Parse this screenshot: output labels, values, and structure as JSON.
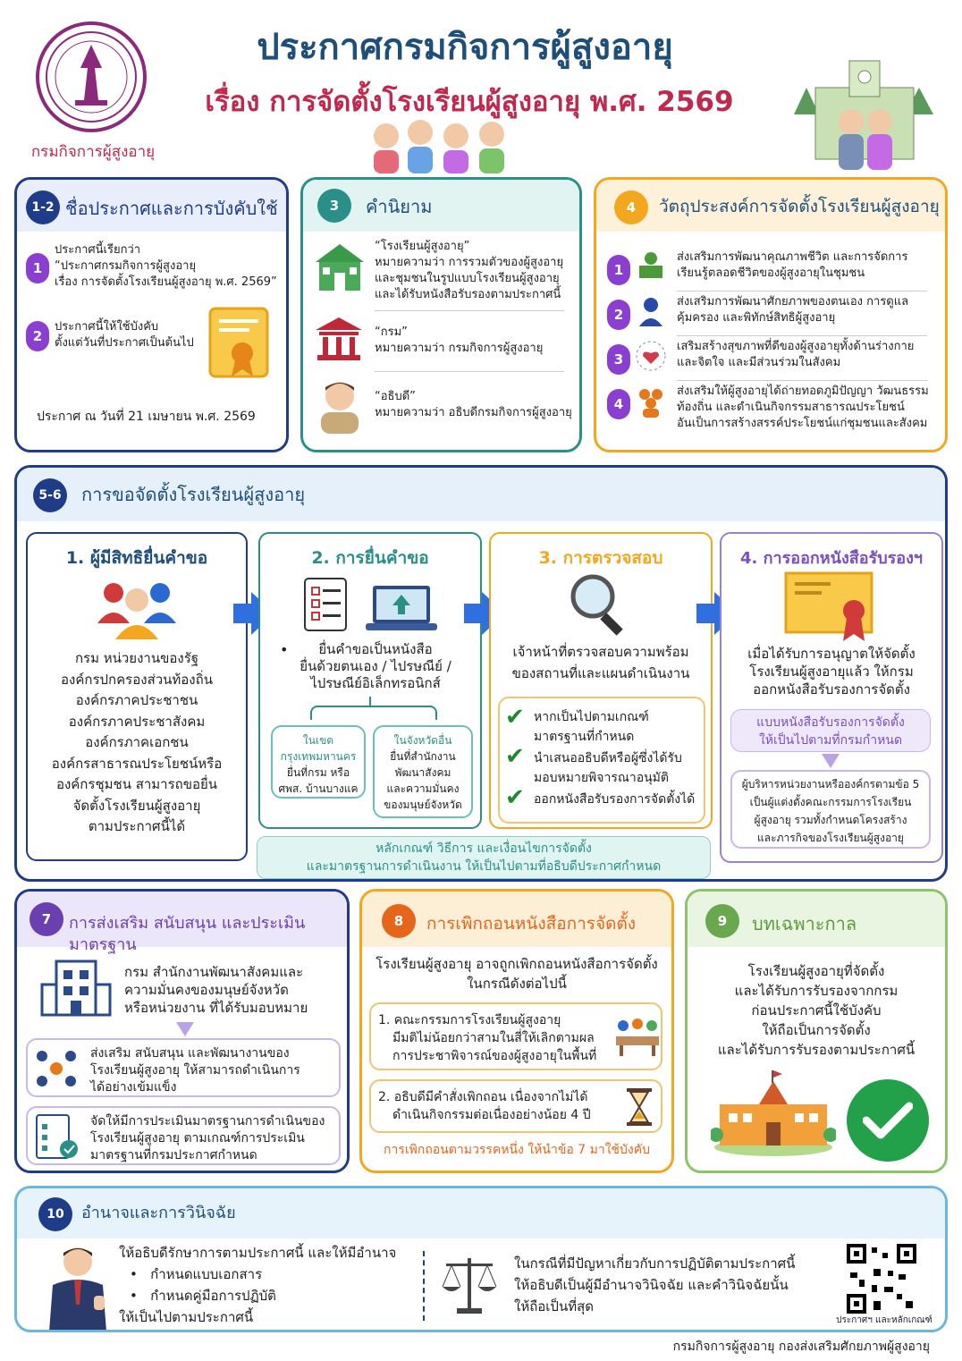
{
  "colors": {
    "navy": "#1f4e79",
    "purple": "#7a1f8a",
    "blue": "#2f6fe0",
    "teal": "#2a8f86",
    "orange": "#f3a71e",
    "lilac": "#9c7fd6",
    "green": "#8cc36b"
  },
  "header": {
    "title": "ประกาศกรมกิจการผู้สูงอายุ",
    "subtitle": "เรื่อง การจัดตั้งโรงเรียนผู้สูงอายุ พ.ศ. 2569",
    "org": "กรมกิจการผู้สูงอายุ"
  },
  "s12": {
    "badge": "1-2",
    "title": "ชื่อประกาศและการบังคับใช้",
    "item1": {
      "n": "1",
      "l1": "ประกาศนี้เรียกว่า",
      "l2": "“ประกาศกรมกิจการผู้สูงอายุ",
      "l3": "เรื่อง การจัดตั้งโรงเรียนผู้สูงอายุ พ.ศ. 2569”"
    },
    "item2": {
      "n": "2",
      "l1": "ประกาศนี้ให้ใช้บังคับ",
      "l2": "ตั้งแต่วันที่ประกาศเป็นต้นไป"
    },
    "date": "ประกาศ ณ วันที่ 21 เมษายน พ.ศ. 2569"
  },
  "s3": {
    "badge": "3",
    "title": "คำนิยาม",
    "d1": {
      "term": "“โรงเรียนผู้สูงอายุ”",
      "l1": "หมายความว่า การรวมตัวของผู้สูงอายุ",
      "l2": "และชุมชนในรูปแบบโรงเรียนผู้สูงอายุ",
      "l3": "และได้รับหนังสือรับรองตามประกาศนี้"
    },
    "d2": {
      "term": "“กรม”",
      "l1": "หมายความว่า กรมกิจการผู้สูงอายุ"
    },
    "d3": {
      "term": "“อธิบดี”",
      "l1": "หมายความว่า อธิบดีกรมกิจการผู้สูงอายุ"
    }
  },
  "s4": {
    "badge": "4",
    "title": "วัตถุประสงค์การจัดตั้งโรงเรียนผู้สูงอายุ",
    "items": [
      {
        "n": "1",
        "l1": "ส่งเสริมการพัฒนาคุณภาพชีวิต และการจัดการ",
        "l2": "เรียนรู้ตลอดชีวิตของผู้สูงอายุในชุมชน",
        "l3": ""
      },
      {
        "n": "2",
        "l1": "ส่งเสริมการพัฒนาศักยภาพของตนเอง การดูแล",
        "l2": "คุ้มครอง และพิทักษ์สิทธิผู้สูงอายุ",
        "l3": ""
      },
      {
        "n": "3",
        "l1": "เสริมสร้างสุขภาพที่ดีของผู้สูงอายุทั้งด้านร่างกาย",
        "l2": "และจิตใจ และมีส่วนร่วมในสังคม",
        "l3": ""
      },
      {
        "n": "4",
        "l1": "ส่งเสริมให้ผู้สูงอายุได้ถ่ายทอดภูมิปัญญา วัฒนธรรม",
        "l2": "ท้องถิ่น และดำเนินกิจกรรมสาธารณประโยชน์",
        "l3": "อันเป็นการสร้างสรรค์ประโยชน์แก่ชุมชนและสังคม"
      }
    ]
  },
  "s56": {
    "badge": "5-6",
    "title": "การขอจัดตั้งโรงเรียนผู้สูงอายุ",
    "step1": {
      "title": "1. ผู้มีสิทธิยื่นคำขอ",
      "lines": [
        "กรม หน่วยงานของรัฐ",
        "องค์กรปกครองส่วนท้องถิ่น",
        "องค์กรภาคประชาชน",
        "องค์กรภาคประชาสังคม",
        "องค์กรภาคเอกชน",
        "องค์กรสาธารณประโยชน์หรือ",
        "องค์กรชุมชน สามารถขอยื่น",
        "จัดตั้งโรงเรียนผู้สูงอายุ",
        "ตามประกาศนี้ได้"
      ]
    },
    "step2": {
      "title": "2. การยื่นคำขอ",
      "bullet": "•",
      "l1": "ยื่นคำขอเป็นหนังสือ",
      "l2": "ยื่นด้วยตนเอง / ไปรษณีย์ /",
      "l3": "ไปรษณีย์อิเล็กทรอนิกส์",
      "left": {
        "h1": "ในเขต",
        "h2": "กรุงเทพมหานคร",
        "l1": "ยื่นที่กรม หรือ",
        "l2": "ศพส. บ้านบางแค"
      },
      "right": {
        "h1": "ในจังหวัดอื่น",
        "l1": "ยื่นที่สำนักงาน",
        "l2": "พัฒนาสังคม",
        "l3": "และความมั่นคง",
        "l4": "ของมนุษย์จังหวัด"
      }
    },
    "step3": {
      "title": "3. การตรวจสอบ",
      "l1": "เจ้าหน้าที่ตรวจสอบความพร้อม",
      "l2": "ของสถานที่และแผนดำเนินงาน",
      "c1a": "หากเป็นไปตามเกณฑ์",
      "c1b": "มาตรฐานที่กำหนด",
      "c2a": "นำเสนออธิบดีหรือผู้ซึ่งได้รับ",
      "c2b": "มอบหมายพิจารณาอนุมัติ",
      "c3": "ออกหนังสือรับรองการจัดตั้งได้"
    },
    "step4": {
      "title": "4. การออกหนังสือรับรองฯ",
      "l1": "เมื่อได้รับการอนุญาตให้จัดตั้ง",
      "l2": "โรงเรียนผู้สูงอายุแล้ว ให้กรม",
      "l3": "ออกหนังสือรับรองการจัดตั้ง",
      "f1": "แบบหนังสือรับรองการจัดตั้ง",
      "f2": "ให้เป็นไปตามที่กรมกำหนด",
      "n1": "ผู้บริหารหน่วยงานหรือองค์กรตามข้อ 5",
      "n2": "เป็นผู้แต่งตั้งคณะกรรมการโรงเรียน",
      "n3": "ผู้สูงอายุ รวมทั้งกำหนดโครงสร้าง",
      "n4": "และภารกิจของโรงเรียนผู้สูงอายุ"
    },
    "criteria1": "หลักเกณฑ์ วิธีการ และเงื่อนไขการจัดตั้ง",
    "criteria2": "และมาตรฐานการดำเนินงาน ให้เป็นไปตามที่อธิบดีประกาศกำหนด"
  },
  "s7": {
    "badge": "7",
    "title": "การส่งเสริม สนับสนุน และประเมินมาตรฐาน",
    "l1": "กรม สำนักงานพัฒนาสังคมและ",
    "l2": "ความมั่นคงของมนุษย์จังหวัด",
    "l3": "หรือหน่วยงาน ที่ได้รับมอบหมาย",
    "b1a": "ส่งเสริม สนับสนุน และพัฒนางานของ",
    "b1b": "โรงเรียนผู้สูงอายุ ให้สามารถดำเนินการ",
    "b1c": "ได้อย่างเข้มแข็ง",
    "b2a": "จัดให้มีการประเมินมาตรฐานการดำเนินของ",
    "b2b": "โรงเรียนผู้สูงอายุ ตามเกณฑ์การประเมิน",
    "b2c": "มาตรฐานที่กรมประกาศกำหนด"
  },
  "s8": {
    "badge": "8",
    "title": "การเพิกถอนหนังสือการจัดตั้ง",
    "l1": "โรงเรียนผู้สูงอายุ อาจถูกเพิกถอนหนังสือการจัดตั้ง",
    "l2": "ในกรณีดังต่อไปนี้",
    "c1a": "1. คณะกรรมการโรงเรียนผู้สูงอายุ",
    "c1b": "มีมติไม่น้อยกว่าสามในสี่ให้เลิกตามผล",
    "c1c": "การประชาพิจารณ์ของผู้สูงอายุในพื้นที่",
    "c2a": "2. อธิบดีมีคำสั่งเพิกถอน เนื่องจากไม่ได้",
    "c2b": "ดำเนินกิจกรรมต่อเนื่องอย่างน้อย 4 ปี",
    "note": "การเพิกถอนตามวรรคหนึ่ง ให้นำข้อ 7 มาใช้บังคับ"
  },
  "s9": {
    "badge": "9",
    "title": "บทเฉพาะกาล",
    "l1": "โรงเรียนผู้สูงอายุที่จัดตั้ง",
    "l2": "และได้รับการรับรองจากกรม",
    "l3": "ก่อนประกาศนี้ใช้บังคับ",
    "l4": "ให้ถือเป็นการจัดตั้ง",
    "l5": "และได้รับการรับรองตามประกาศนี้"
  },
  "s10": {
    "badge": "10",
    "title": "อำนาจและการวินิจฉัย",
    "l1": "ให้อธิบดีรักษาการตามประกาศนี้ และให้มีอำนาจ",
    "b1": "กำหนดแบบเอกสาร",
    "b2": "กำหนดคู่มือการปฏิบัติ",
    "l4": "ให้เป็นไปตามประกาศนี้",
    "bullet": "•",
    "r1": "ในกรณีที่มีปัญหาเกี่ยวกับการปฏิบัติตามประกาศนี้",
    "r2": "ให้อธิบดีเป็นผู้มีอำนาจวินิจฉัย และคำวินิจฉัยนั้น",
    "r3": "ให้ถือเป็นที่สุด",
    "qr": "ประกาศฯ และหลักเกณฑ์"
  },
  "footer": "กรมกิจการผู้สูงอายุ กองส่งเสริมศักยภาพผู้สูงอายุ"
}
